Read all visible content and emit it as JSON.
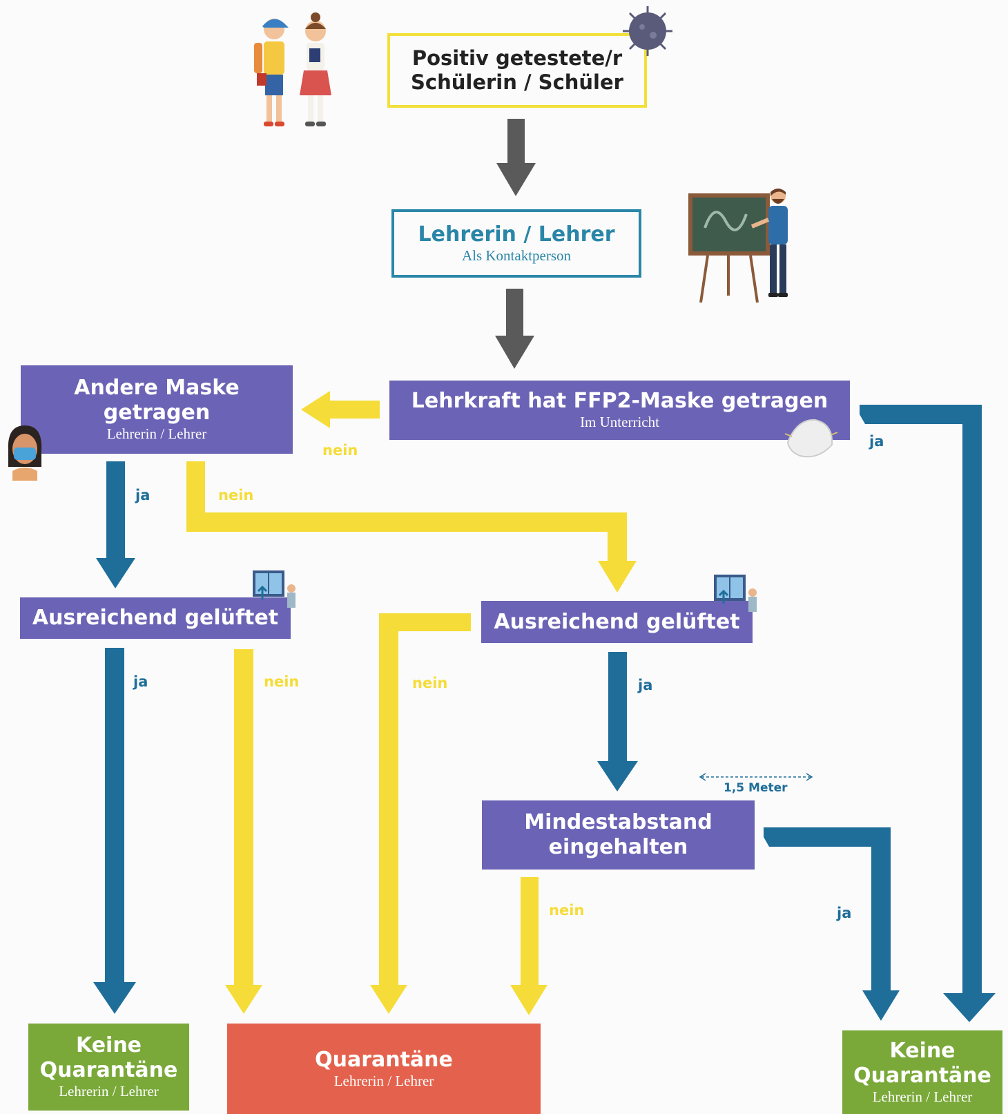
{
  "nodes": {
    "start": {
      "title_line1": "Positiv getestete/r",
      "title_line2": "Schülerin / Schüler"
    },
    "teacher": {
      "title": "Lehrerin / Lehrer",
      "subtitle": "Als Kontaktperson"
    },
    "ffp2": {
      "title": "Lehrkraft hat FFP2-Maske getragen",
      "subtitle": "Im Unterricht"
    },
    "other_mask": {
      "title_line1": "Andere Maske",
      "title_line2": "getragen",
      "subtitle": "Lehrerin / Lehrer"
    },
    "vent_left": {
      "title": "Ausreichend gelüftet"
    },
    "vent_right": {
      "title": "Ausreichend gelüftet"
    },
    "distance": {
      "title_line1": "Mindestabstand",
      "title_line2": "eingehalten"
    },
    "no_quarantine_left": {
      "title_line1": "Keine",
      "title_line2": "Quarantäne",
      "subtitle": "Lehrerin / Lehrer"
    },
    "quarantine": {
      "title": "Quarantäne",
      "subtitle": "Lehrerin / Lehrer"
    },
    "no_quarantine_right": {
      "title_line1": "Keine",
      "title_line2": "Quarantäne",
      "subtitle": "Lehrerin / Lehrer"
    }
  },
  "edge_labels": {
    "ffp2_no": "nein",
    "ffp2_yes": "ja",
    "mask_yes": "ja",
    "mask_no": "nein",
    "vent_left_yes": "ja",
    "vent_left_no": "nein",
    "vent_right_no": "nein",
    "vent_right_yes": "ja",
    "distance_no": "nein",
    "distance_yes": "ja"
  },
  "distance_measure": "1,5 Meter",
  "colors": {
    "yes_arrow": "#1f6e9a",
    "no_arrow": "#f5dc38",
    "flow_arrow": "#5a5a5a",
    "decision_box": "#6b63b5",
    "no_quarantine_box": "#7aa93a",
    "quarantine_box": "#e4624d",
    "start_border": "#f1e03a",
    "teacher_border": "#2a86a8",
    "teacher_text": "#2a86a8"
  }
}
